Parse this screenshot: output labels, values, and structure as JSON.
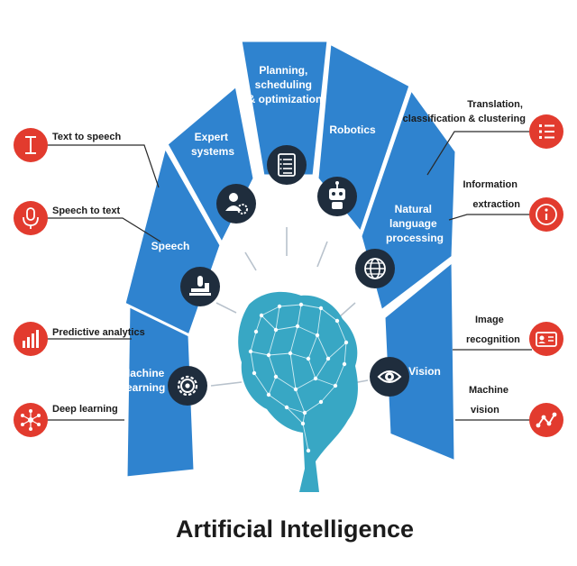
{
  "title": "Artificial Intelligence",
  "colors": {
    "segment": "#2f83cf",
    "segment_divider": "#ffffff",
    "icon_circle": "#1f2d3d",
    "side_badge": "#e23b2e",
    "connector": "#2a2a2a",
    "arrow": "#b8c2cc",
    "brain": "#38a7c4"
  },
  "segments": [
    {
      "id": "machine-learning",
      "lines": [
        "Machine",
        "learning"
      ],
      "icon": "gear-icon"
    },
    {
      "id": "speech",
      "lines": [
        "Speech"
      ],
      "icon": "microphone-stand-icon"
    },
    {
      "id": "expert-systems",
      "lines": [
        "Expert",
        "systems"
      ],
      "icon": "expert-user-gear-icon"
    },
    {
      "id": "planning",
      "lines": [
        "Planning,",
        "scheduling",
        "& optimization"
      ],
      "icon": "checklist-icon"
    },
    {
      "id": "robotics",
      "lines": [
        "Robotics"
      ],
      "icon": "robot-icon"
    },
    {
      "id": "nlp",
      "lines": [
        "Natural",
        "language",
        "processing"
      ],
      "icon": "globe-icon"
    },
    {
      "id": "vision",
      "lines": [
        "Vision"
      ],
      "icon": "eye-icon"
    }
  ],
  "left_items": [
    {
      "id": "text-to-speech",
      "label": "Text to speech",
      "icon": "text-cursor-icon"
    },
    {
      "id": "speech-to-text",
      "label": "Speech to text",
      "icon": "microphone-icon"
    },
    {
      "id": "predictive-analytics",
      "label": "Predictive analytics",
      "icon": "bar-chart-icon"
    },
    {
      "id": "deep-learning",
      "label": "Deep learning",
      "icon": "neural-network-icon"
    }
  ],
  "right_items": [
    {
      "id": "translation",
      "lines": [
        "Translation,",
        "classification & clustering"
      ],
      "icon": "list-icon"
    },
    {
      "id": "information-extraction",
      "lines": [
        "Information",
        "extraction"
      ],
      "icon": "info-icon"
    },
    {
      "id": "image-recognition",
      "lines": [
        "Image",
        "recognition"
      ],
      "icon": "id-card-icon"
    },
    {
      "id": "machine-vision",
      "lines": [
        "Machine",
        "vision"
      ],
      "icon": "line-graph-icon"
    }
  ]
}
